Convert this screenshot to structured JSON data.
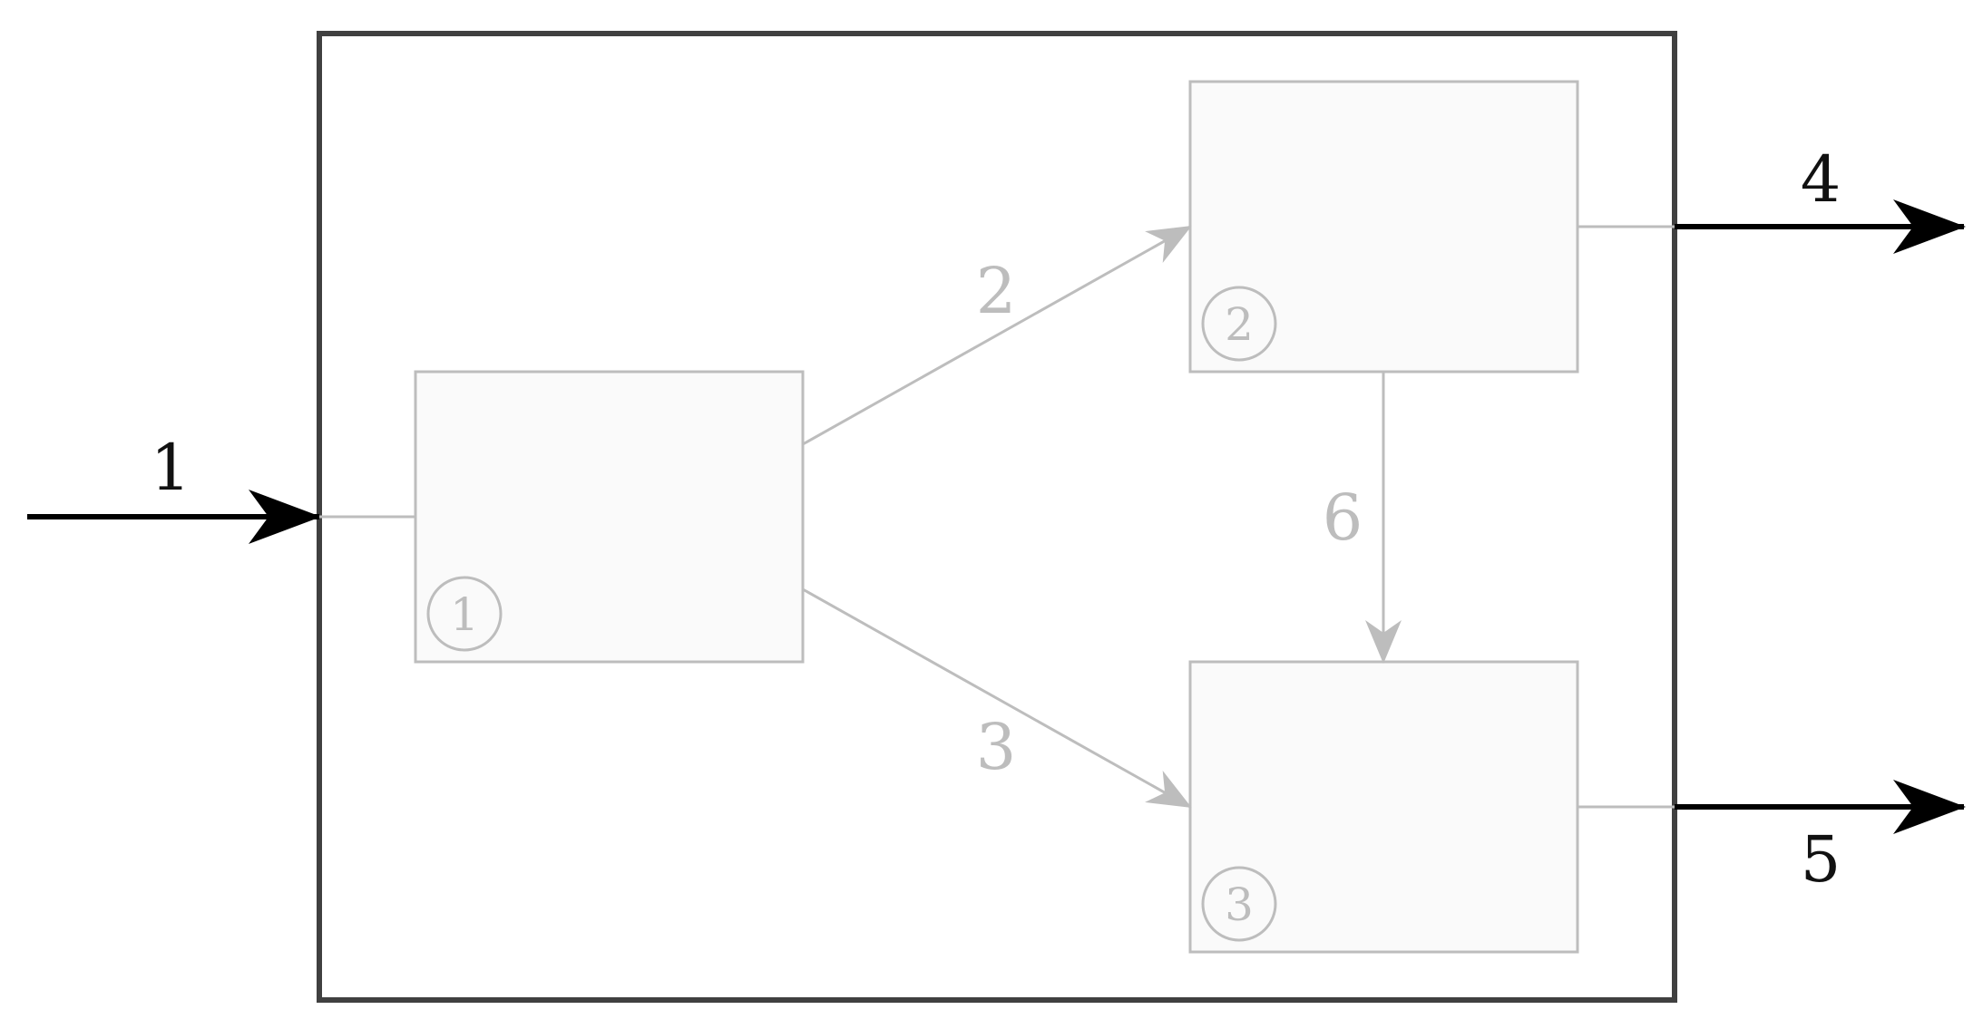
{
  "colors": {
    "boundary": "#404040",
    "external_stream": "#000000",
    "internal": "#bdbdbd",
    "unit_fill": "#fafafa"
  },
  "units": [
    {
      "id": "unit-1",
      "number": "1"
    },
    {
      "id": "unit-2",
      "number": "2"
    },
    {
      "id": "unit-3",
      "number": "3"
    }
  ],
  "streams": {
    "s1": "1",
    "s2": "2",
    "s3": "3",
    "s4": "4",
    "s5": "5",
    "s6": "6"
  }
}
